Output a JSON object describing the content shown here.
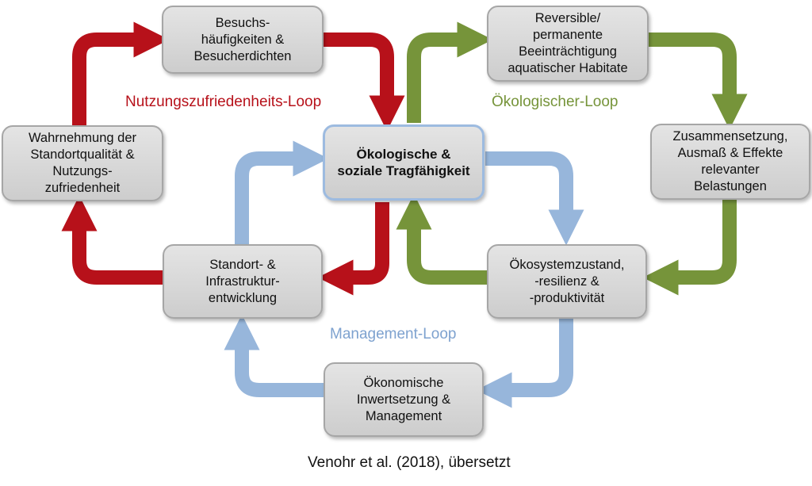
{
  "colors": {
    "nutzung": "#b7111a",
    "oekologie": "#76943a",
    "management": "#97b6db"
  },
  "boxes": {
    "besuch": "Besuchs-\nhäufigkeiten &\nBesucherdichten",
    "wahrnehmung": "Wahrnehmung der\nStandortqualität &\nNutzungs-\nzufriedenheit",
    "zentral": "Ökologische &\nsoziale Tragfähigkeit",
    "standort": "Standort- &\nInfrastruktur-\nentwicklung",
    "reversibel": "Reversible/\npermanente\nBeeinträchtigung\naquatischer Habitate",
    "zusammensetzung": "Zusammensetzung,\nAusmaß & Effekte\nrelevanter\nBelastungen",
    "oekosystem": "Ökosystemzustand,\n-resilienz &\n-produktivität",
    "oekonomisch": "Ökonomische\nInwertsetzung &\nManagement"
  },
  "loops": {
    "nutzung": "Nutzungszufriedenheits-Loop",
    "oekologie": "Ökologischer-Loop",
    "management": "Management-Loop"
  },
  "caption": "Venohr et al. (2018), übersetzt"
}
